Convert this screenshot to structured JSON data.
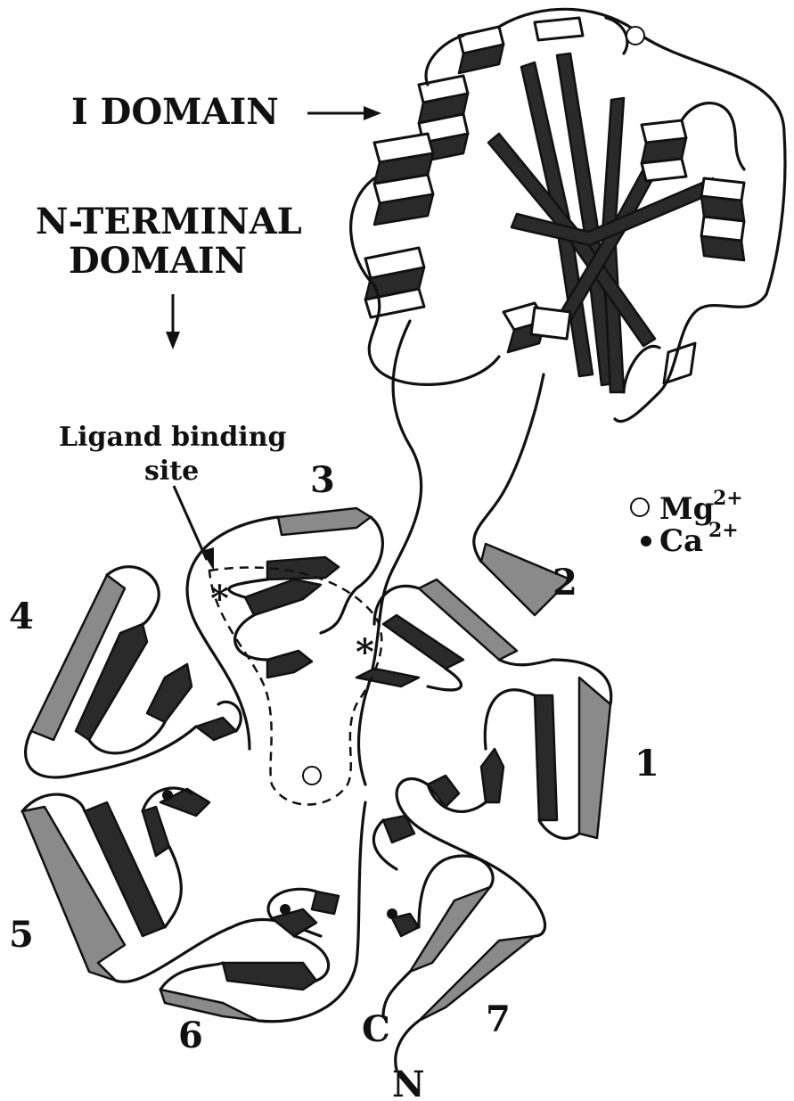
{
  "labels": {
    "i_domain": "I DOMAIN",
    "n_terminal_line1": "N-TERMINAL",
    "n_terminal_line2": "DOMAIN",
    "ligand_line1": "Ligand binding",
    "ligand_line2": "site"
  },
  "blades": [
    "1",
    "2",
    "3",
    "4",
    "5",
    "6",
    "7"
  ],
  "termini": {
    "c": "C",
    "n": "N"
  },
  "legend": {
    "mg": {
      "symbol": "open-circle",
      "ion": "Mg",
      "charge": "2+"
    },
    "ca": {
      "symbol": "filled-circle",
      "ion": "Ca",
      "charge": "2+"
    }
  },
  "markers": {
    "asterisk": "*"
  }
}
